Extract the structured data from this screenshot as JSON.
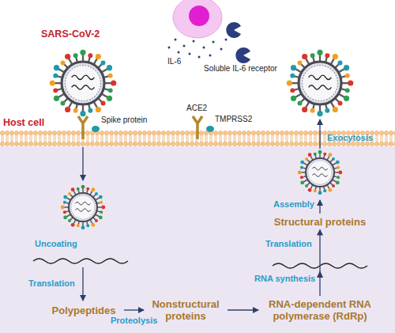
{
  "diagram": {
    "nodes": [
      {
        "text": [
          "Polypeptides"
        ]
      },
      {
        "text": [
          "Nonstructural proteins"
        ]
      },
      {
        "text": [
          "RNA-dependent RNA polymerase (RdRp)"
        ]
      },
      {
        "text": [
          "Structural proteins"
        ]
      }
    ],
    "edges": [
      {
        "from": 0,
        "to": 1,
        "arrow": "to",
        "label": "Proteolysis"
      },
      {
        "from": 1,
        "to": 2,
        "arrow": "to"
      },
      {
        "from": 2,
        "to": 3,
        "arrow": "to"
      }
    ],
    "labels": [
      "SARS-CoV-2",
      "IL-6",
      "Soluble IL-6 receptor",
      "Spike protein",
      "Host cell",
      "ACE2",
      "TMPRSS2",
      "Uncoating",
      "Translation",
      "RNA synthesis",
      "Translation",
      "Assembly",
      "Exocytosis"
    ]
  }
}
